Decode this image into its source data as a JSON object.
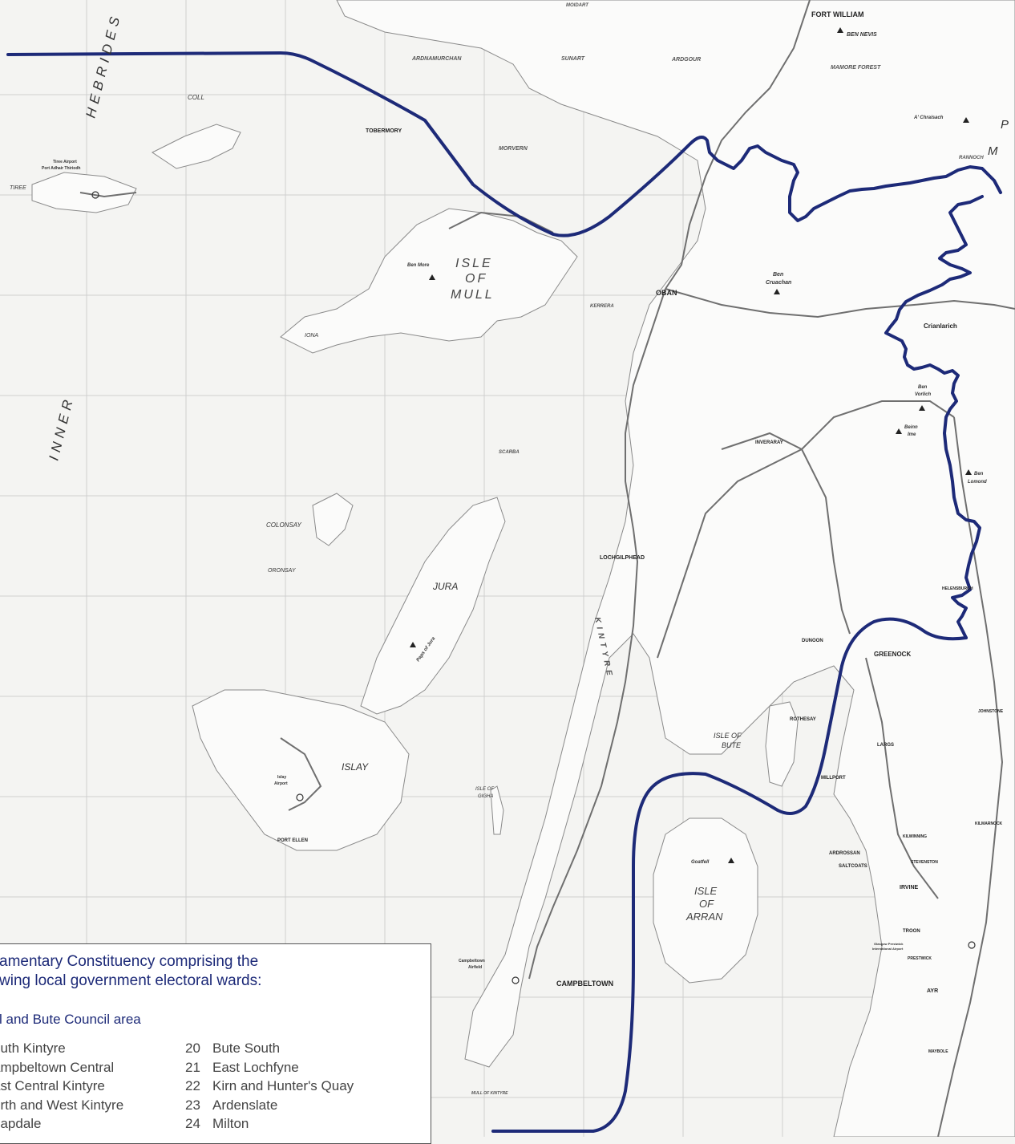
{
  "sea_labels": {
    "hebrides": "HEBRIDES",
    "inner": "INNER"
  },
  "islands": {
    "mull_1": "ISLE",
    "mull_2": "OF",
    "mull_3": "MULL",
    "jura": "JURA",
    "islay": "ISLAY",
    "arran_1": "ISLE",
    "arran_2": "OF",
    "arran_3": "ARRAN",
    "bute_1": "ISLE OF",
    "bute_2": "BUTE",
    "coll": "COLL",
    "tiree": "TIREE",
    "colonsay": "COLONSAY",
    "oronsay": "ORONSAY",
    "iona": "IONA",
    "gigha_1": "ISLE OF",
    "gigha_2": "GIGHA"
  },
  "towns": {
    "fort_william": "FORT WILLIAM",
    "oban": "OBAN",
    "tobermory": "TOBERMORY",
    "lochgilphead": "LOCHGILPHEAD",
    "campbeltown": "CAMPBELTOWN",
    "greenock": "GREENOCK",
    "inveraray": "INVERARAY",
    "crianlarich": "Crianlarich",
    "dunoon": "DUNOON",
    "rothesay": "ROTHESAY",
    "largs": "LARGS",
    "millport": "MILLPORT",
    "ardrossan": "ARDROSSAN",
    "saltcoats": "SALTCOATS",
    "irvine": "IRVINE",
    "troon": "TROON",
    "ayr": "AYR",
    "prestwick": "PRESTWICK",
    "kilwinning": "KILWINNING",
    "stevenston": "STEVENSTON",
    "port_ellen": "PORT ELLEN",
    "helensburgh": "HELENSBURGH",
    "kilmarnock": "KILMARNOCK",
    "maybole": "MAYBOLE",
    "johnstone": "JOHNSTONE"
  },
  "areas": {
    "ardnamurchan": "ARDNAMURCHAN",
    "sunart": "SUNART",
    "ardgour": "ARDGOUR",
    "morvern": "MORVERN",
    "moidart": "MOIDART",
    "mamore_forest": "MAMORE FOREST",
    "rannoch": "RANNOCH",
    "kerrera": "KERRERA",
    "scarba": "SCARBA",
    "kintyre": "KINTYRE",
    "mull_of_kintyre": "MULL OF KINTYRE"
  },
  "peaks": {
    "ben_nevis": "BEN NEVIS",
    "ben_more": "Ben More",
    "ben_cruachan_1": "Ben",
    "ben_cruachan_2": "Cruachan",
    "goatfell": "Goatfell",
    "ben_lomond_1": "Ben",
    "ben_lomond_2": "Lomond",
    "paps_of_jura": "Paps of Jura",
    "a_chraileag": "A' Chraisach",
    "ben_vorlich_1": "Ben",
    "ben_vorlich_2": "Vorlich",
    "beinn_ime_1": "Beinn",
    "beinn_ime_2": "Ime"
  },
  "airports": {
    "tiree_1": "Tiree Airport",
    "tiree_2": "Port Adhair Thiriodh",
    "islay_1": "Islay",
    "islay_2": "Airport",
    "campbeltown_1": "Campbeltown",
    "campbeltown_2": "Airfield",
    "prestwick_1": "Glasgow Prestwick",
    "prestwick_2": "International Airport"
  },
  "legend": {
    "title_line1": "amentary Constituency comprising the",
    "title_line2": "wing local government electoral wards:",
    "council_area": "l and Bute Council area",
    "wards_left": [
      {
        "num": "",
        "name": "outh Kintyre"
      },
      {
        "num": "",
        "name": "ampbeltown Central"
      },
      {
        "num": "",
        "name": "ast Central Kintyre"
      },
      {
        "num": "",
        "name": "orth and West Kintyre"
      },
      {
        "num": "",
        "name": "napdale"
      }
    ],
    "wards_right": [
      {
        "num": "20",
        "name": "Bute South"
      },
      {
        "num": "21",
        "name": "East Lochfyne"
      },
      {
        "num": "22",
        "name": "Kirn and Hunter's Quay"
      },
      {
        "num": "23",
        "name": "Ardenslate"
      },
      {
        "num": "24",
        "name": "Milton"
      }
    ]
  },
  "colors": {
    "boundary": "#1d2a78",
    "land": "#f4f4f2",
    "grid": "#c8c8c8",
    "roads": "#6f6f6f"
  }
}
